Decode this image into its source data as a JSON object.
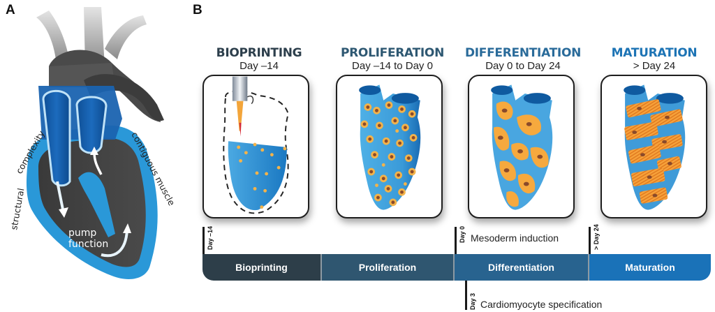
{
  "panel_a": {
    "letter": "A",
    "labels": {
      "structural": "structural",
      "complexity": "complexity",
      "contiguous": "contiguous muscle",
      "pump": "pump",
      "function": "function"
    }
  },
  "panel_b": {
    "letter": "B",
    "stages": [
      {
        "title": "BIOPRINTING",
        "subtitle": "Day –14",
        "color": "#2d3f4c"
      },
      {
        "title": "PROLIFERATION",
        "subtitle": "Day –14 to Day 0",
        "color": "#2e5872"
      },
      {
        "title": "DIFFERENTIATION",
        "subtitle": "Day 0 to Day 24",
        "color": "#2a6b9a"
      },
      {
        "title": "MATURATION",
        "subtitle": "> Day 24",
        "color": "#1d74b5"
      }
    ],
    "timeline": {
      "segments": [
        {
          "label": "Bioprinting",
          "color": "#2d3e49"
        },
        {
          "label": "Proliferation",
          "color": "#2f5670"
        },
        {
          "label": "Differentiation",
          "color": "#28638f"
        },
        {
          "label": "Maturation",
          "color": "#1a72b8"
        }
      ],
      "markers": [
        {
          "day": "Day –14"
        },
        {
          "day": "Day 0",
          "event": "Mesoderm induction"
        },
        {
          "day": "> Day 24"
        },
        {
          "day": "Day 3",
          "event": "Cardiomyocyte specification"
        }
      ]
    }
  }
}
